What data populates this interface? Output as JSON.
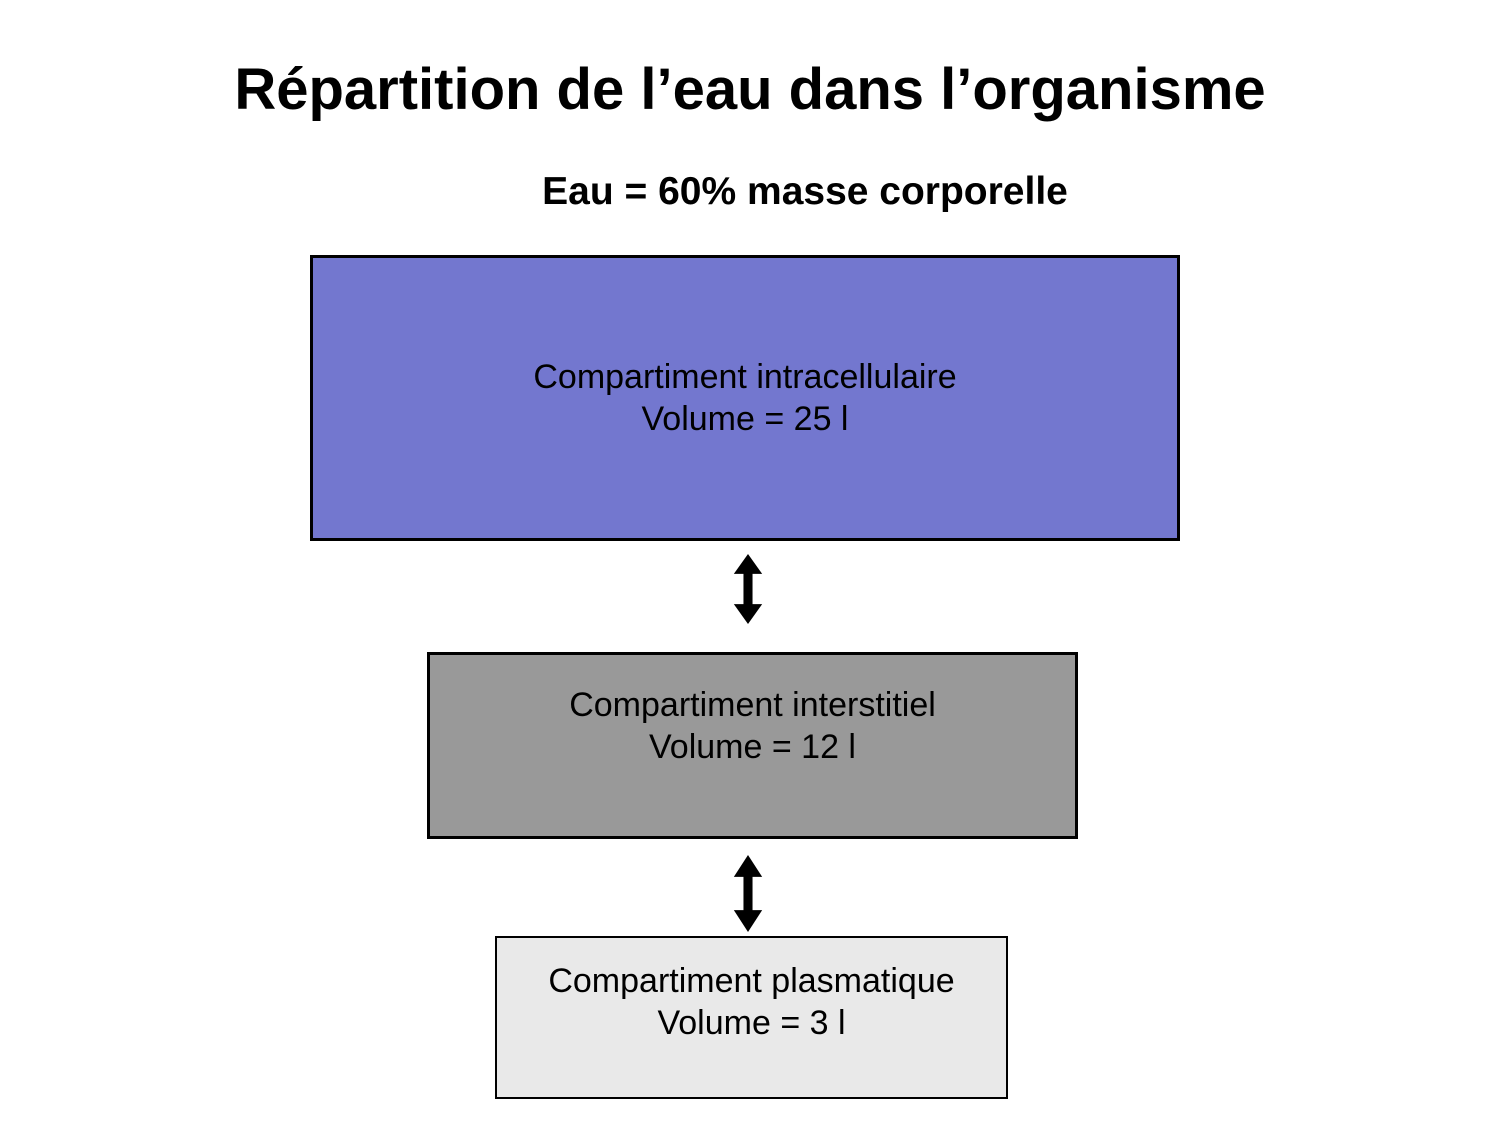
{
  "slide": {
    "title": "Répartition de l’eau dans l’organisme",
    "subtitle": "Eau = 60% masse corporelle"
  },
  "diagram": {
    "boxes": [
      {
        "id": "intracellulaire",
        "label": "Compartiment intracellulaire",
        "volume": "Volume = 25 l",
        "fill": "#7377CF"
      },
      {
        "id": "interstitiel",
        "label": "Compartiment interstitiel",
        "volume": "Volume = 12 l",
        "fill": "#999999"
      },
      {
        "id": "plasmatique",
        "label": "Compartiment plasmatique",
        "volume": "Volume = 3 l",
        "fill": "#E9E9E9"
      }
    ],
    "connectors": [
      {
        "type": "double-arrow",
        "between": [
          "intracellulaire",
          "interstitiel"
        ],
        "color": "#000000"
      },
      {
        "type": "double-arrow",
        "between": [
          "interstitiel",
          "plasmatique"
        ],
        "color": "#000000"
      }
    ]
  }
}
